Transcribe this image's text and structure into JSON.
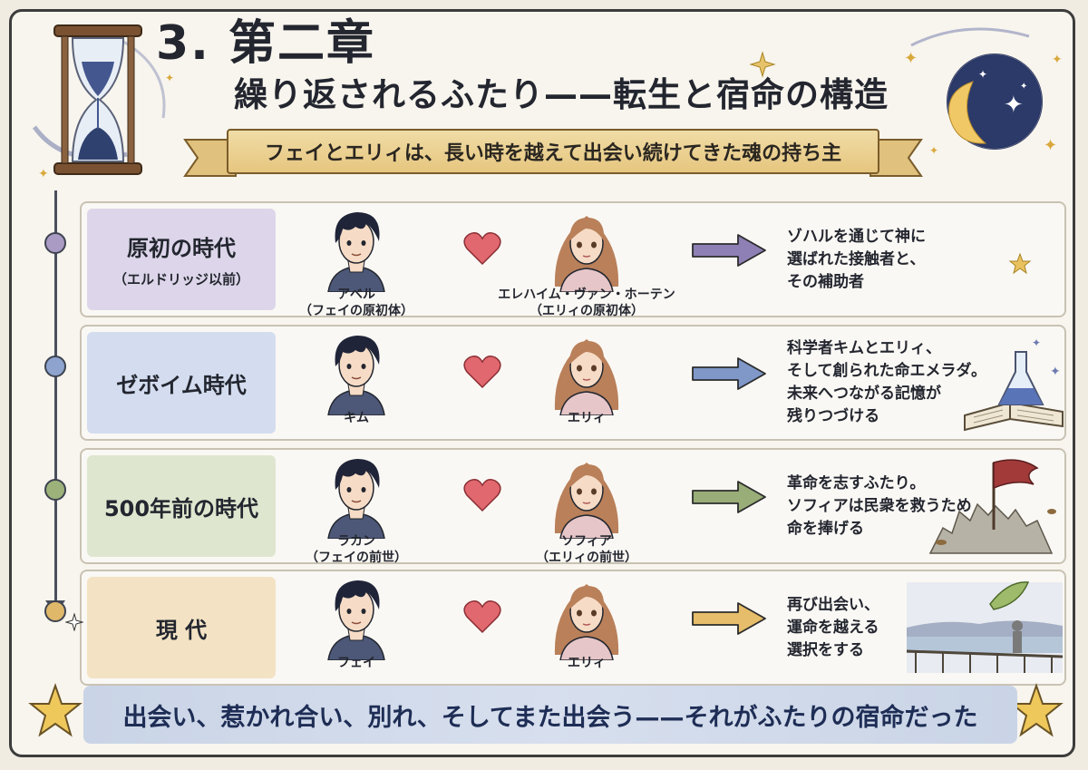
{
  "header": {
    "chapter": "3. 第二章",
    "subtitle": "繰り返されるふたり——転生と宿命の構造",
    "banner": "フェイとエリィは、長い時を越えて出会い続けてきた魂の持ち主"
  },
  "eras": [
    {
      "name": "原初の時代",
      "sub": "（エルドリッジ以前）",
      "male_name": "アベル",
      "male_note": "（フェイの原初体）",
      "female_name": "エレハイム・ヴァン・ホーテン",
      "female_note": "（エリィの原初体）",
      "desc": [
        "ゾハルを通じて神に",
        "選ばれた接触者と、",
        "その補助者"
      ],
      "panel_color": "#ddd6ea",
      "dot_color": "#a99bc4",
      "arrow_color": "#8e80b5"
    },
    {
      "name": "ゼボイム時代",
      "sub": "",
      "male_name": "キム",
      "male_note": "",
      "female_name": "エリィ",
      "female_note": "",
      "desc": [
        "科学者キムとエリィ、",
        "そして創られた命エメラダ。",
        "未来へつながる記憶が",
        "残りつづける"
      ],
      "panel_color": "#d3ddef",
      "dot_color": "#8ea4cf",
      "arrow_color": "#7f98c8"
    },
    {
      "name": "500年前の時代",
      "sub": "",
      "male_name": "ラカン",
      "male_note": "（フェイの前世）",
      "female_name": "ソフィア",
      "female_note": "（エリィの前世）",
      "desc": [
        "革命を志すふたり。",
        "ソフィアは民衆を救うため",
        "命を捧げる"
      ],
      "panel_color": "#dfe6cf",
      "dot_color": "#9db27a",
      "arrow_color": "#98ad78"
    },
    {
      "name": "現 代",
      "sub": "",
      "male_name": "フェイ",
      "male_note": "",
      "female_name": "エリィ",
      "female_note": "",
      "desc": [
        "再び出会い、",
        "運命を越える",
        "選択をする"
      ],
      "panel_color": "#f3e3c4",
      "dot_color": "#e0b86a",
      "arrow_color": "#e6bd6a"
    }
  ],
  "footer": {
    "text": "出会い、惹かれ合い、別れ、そしてまた出会う——それがふたりの宿命だった"
  },
  "colors": {
    "heart": "#e0686e",
    "male_hair": "#1f2438",
    "female_hair": "#b9805a",
    "skin": "#f6dcc6",
    "ink": "#23262f"
  },
  "icons": [
    "hourglass-icon",
    "moon-icon",
    "heart-icon",
    "arrow-right-icon",
    "flask-icon",
    "book-icon",
    "flag-icon",
    "leaf-icon",
    "star-icon",
    "sparkle-icon"
  ]
}
